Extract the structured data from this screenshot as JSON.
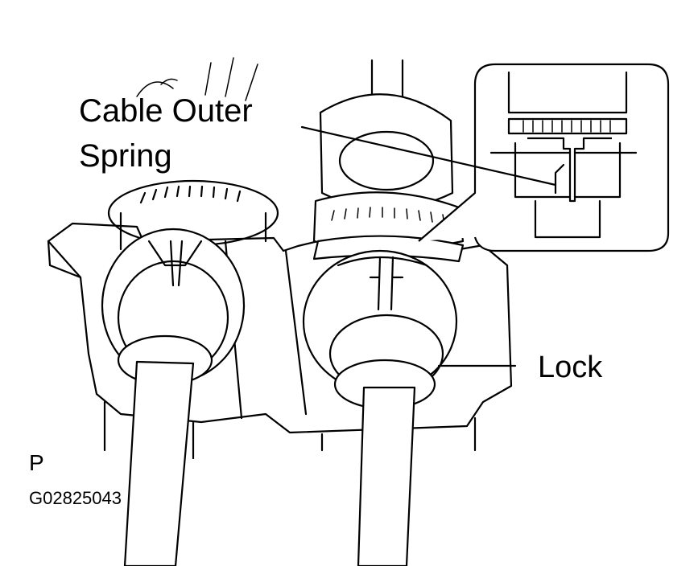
{
  "labels": {
    "cable_outer": "Cable Outer",
    "spring": "Spring",
    "lock": "Lock",
    "position": "P",
    "figure_code": "G02825043"
  },
  "colors": {
    "ink": "#000000",
    "paper": "#ffffff"
  }
}
